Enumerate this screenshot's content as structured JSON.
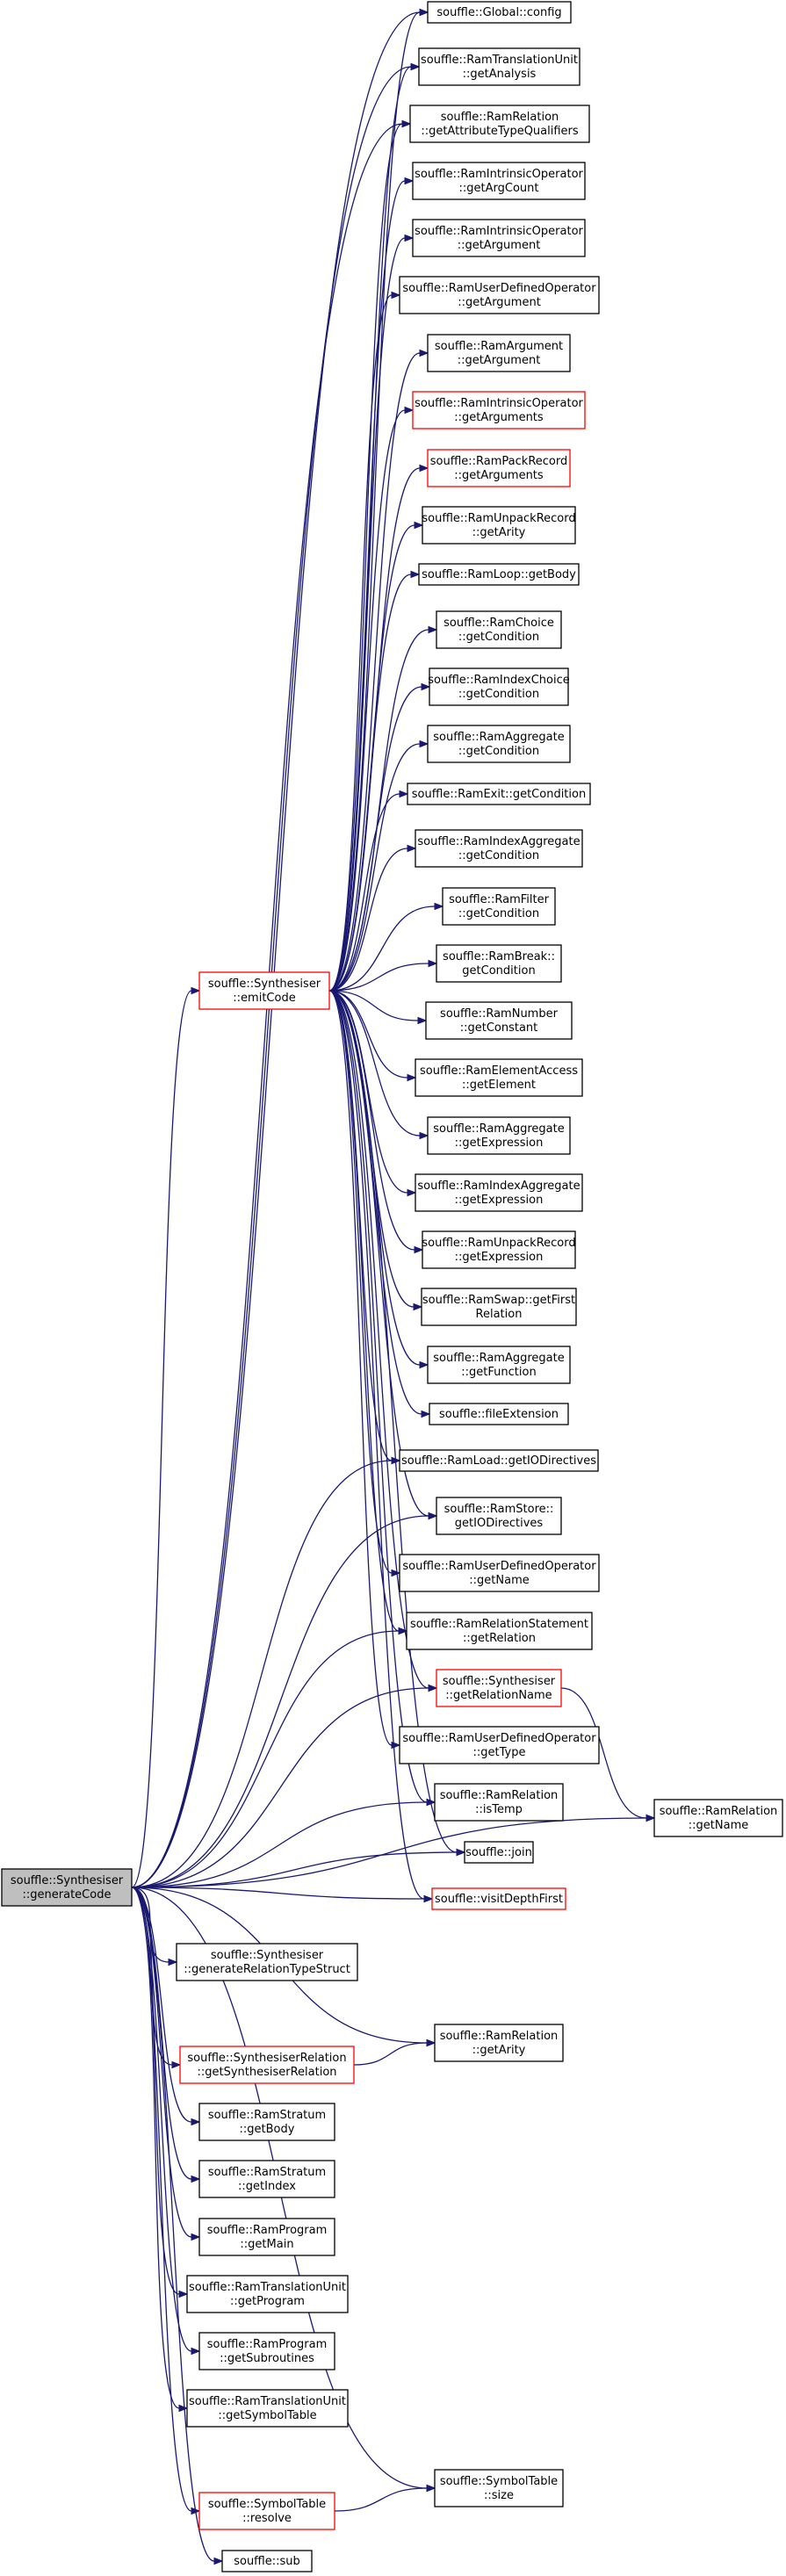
{
  "nodes": [
    {
      "id": "generateCode",
      "lines": [
        "souffle::Synthesiser",
        "::generateCode"
      ],
      "style": "root"
    },
    {
      "id": "emitCode",
      "lines": [
        "souffle::Synthesiser",
        "::emitCode"
      ],
      "style": "red"
    },
    {
      "id": "globalConfig",
      "lines": [
        "souffle::Global::config"
      ],
      "style": "normal"
    },
    {
      "id": "tuGetAnalysis",
      "lines": [
        "souffle::RamTranslationUnit",
        "::getAnalysis"
      ],
      "style": "normal"
    },
    {
      "id": "relGetAttrQual",
      "lines": [
        "souffle::RamRelation",
        "::getAttributeTypeQualifiers"
      ],
      "style": "normal"
    },
    {
      "id": "intrGetArgCount",
      "lines": [
        "souffle::RamIntrinsicOperator",
        "::getArgCount"
      ],
      "style": "normal"
    },
    {
      "id": "intrGetArgument",
      "lines": [
        "souffle::RamIntrinsicOperator",
        "::getArgument"
      ],
      "style": "normal"
    },
    {
      "id": "udoGetArgument",
      "lines": [
        "souffle::RamUserDefinedOperator",
        "::getArgument"
      ],
      "style": "normal"
    },
    {
      "id": "argGetArgument",
      "lines": [
        "souffle::RamArgument",
        "::getArgument"
      ],
      "style": "normal"
    },
    {
      "id": "intrGetArguments",
      "lines": [
        "souffle::RamIntrinsicOperator",
        "::getArguments"
      ],
      "style": "red"
    },
    {
      "id": "packGetArguments",
      "lines": [
        "souffle::RamPackRecord",
        "::getArguments"
      ],
      "style": "red"
    },
    {
      "id": "unpackGetArity",
      "lines": [
        "souffle::RamUnpackRecord",
        "::getArity"
      ],
      "style": "normal"
    },
    {
      "id": "loopGetBody",
      "lines": [
        "souffle::RamLoop::getBody"
      ],
      "style": "normal"
    },
    {
      "id": "choiceGetCond",
      "lines": [
        "souffle::RamChoice",
        "::getCondition"
      ],
      "style": "normal"
    },
    {
      "id": "idxChoiceGetCond",
      "lines": [
        "souffle::RamIndexChoice",
        "::getCondition"
      ],
      "style": "normal"
    },
    {
      "id": "aggGetCond",
      "lines": [
        "souffle::RamAggregate",
        "::getCondition"
      ],
      "style": "normal"
    },
    {
      "id": "exitGetCond",
      "lines": [
        "souffle::RamExit::getCondition"
      ],
      "style": "normal"
    },
    {
      "id": "idxAggGetCond",
      "lines": [
        "souffle::RamIndexAggregate",
        "::getCondition"
      ],
      "style": "normal"
    },
    {
      "id": "filterGetCond",
      "lines": [
        "souffle::RamFilter",
        "::getCondition"
      ],
      "style": "normal"
    },
    {
      "id": "breakGetCond",
      "lines": [
        "souffle::RamBreak::",
        "getCondition"
      ],
      "style": "normal"
    },
    {
      "id": "numberGetConst",
      "lines": [
        "souffle::RamNumber",
        "::getConstant"
      ],
      "style": "normal"
    },
    {
      "id": "elemGetElement",
      "lines": [
        "souffle::RamElementAccess",
        "::getElement"
      ],
      "style": "normal"
    },
    {
      "id": "aggGetExpr",
      "lines": [
        "souffle::RamAggregate",
        "::getExpression"
      ],
      "style": "normal"
    },
    {
      "id": "idxAggGetExpr",
      "lines": [
        "souffle::RamIndexAggregate",
        "::getExpression"
      ],
      "style": "normal"
    },
    {
      "id": "unpackGetExpr",
      "lines": [
        "souffle::RamUnpackRecord",
        "::getExpression"
      ],
      "style": "normal"
    },
    {
      "id": "swapGetFirst",
      "lines": [
        "souffle::RamSwap::getFirst",
        "Relation"
      ],
      "style": "normal"
    },
    {
      "id": "aggGetFunc",
      "lines": [
        "souffle::RamAggregate",
        "::getFunction"
      ],
      "style": "normal"
    },
    {
      "id": "fileExtension",
      "lines": [
        "souffle::fileExtension"
      ],
      "style": "normal"
    },
    {
      "id": "loadGetIO",
      "lines": [
        "souffle::RamLoad::getIODirectives"
      ],
      "style": "normal"
    },
    {
      "id": "storeGetIO",
      "lines": [
        "souffle::RamStore::",
        "getIODirectives"
      ],
      "style": "normal"
    },
    {
      "id": "udoGetName",
      "lines": [
        "souffle::RamUserDefinedOperator",
        "::getName"
      ],
      "style": "normal"
    },
    {
      "id": "relStmtGetRel",
      "lines": [
        "souffle::RamRelationStatement",
        "::getRelation"
      ],
      "style": "normal"
    },
    {
      "id": "synthGetRelName",
      "lines": [
        "souffle::Synthesiser",
        "::getRelationName"
      ],
      "style": "red"
    },
    {
      "id": "udoGetType",
      "lines": [
        "souffle::RamUserDefinedOperator",
        "::getType"
      ],
      "style": "normal"
    },
    {
      "id": "relIsTemp",
      "lines": [
        "souffle::RamRelation",
        "::isTemp"
      ],
      "style": "normal"
    },
    {
      "id": "join",
      "lines": [
        "souffle::join"
      ],
      "style": "normal"
    },
    {
      "id": "visitDepthFirst",
      "lines": [
        "souffle::visitDepthFirst"
      ],
      "style": "red"
    },
    {
      "id": "relGetName",
      "lines": [
        "souffle::RamRelation",
        "::getName"
      ],
      "style": "normal"
    },
    {
      "id": "genRelTypeStruct",
      "lines": [
        "souffle::Synthesiser",
        "::generateRelationTypeStruct"
      ],
      "style": "normal"
    },
    {
      "id": "relGetArity",
      "lines": [
        "souffle::RamRelation",
        "::getArity"
      ],
      "style": "normal"
    },
    {
      "id": "synthRelGet",
      "lines": [
        "souffle::SynthesiserRelation",
        "::getSynthesiserRelation"
      ],
      "style": "red"
    },
    {
      "id": "stratumGetBody",
      "lines": [
        "souffle::RamStratum",
        "::getBody"
      ],
      "style": "normal"
    },
    {
      "id": "stratumGetIndex",
      "lines": [
        "souffle::RamStratum",
        "::getIndex"
      ],
      "style": "normal"
    },
    {
      "id": "progGetMain",
      "lines": [
        "souffle::RamProgram",
        "::getMain"
      ],
      "style": "normal"
    },
    {
      "id": "tuGetProgram",
      "lines": [
        "souffle::RamTranslationUnit",
        "::getProgram"
      ],
      "style": "normal"
    },
    {
      "id": "progGetSubs",
      "lines": [
        "souffle::RamProgram",
        "::getSubroutines"
      ],
      "style": "normal"
    },
    {
      "id": "tuGetSymTab",
      "lines": [
        "souffle::RamTranslationUnit",
        "::getSymbolTable"
      ],
      "style": "normal"
    },
    {
      "id": "symTabSize",
      "lines": [
        "souffle::SymbolTable",
        "::size"
      ],
      "style": "normal"
    },
    {
      "id": "symTabResolve",
      "lines": [
        "souffle::SymbolTable",
        "::resolve"
      ],
      "style": "red"
    },
    {
      "id": "sub",
      "lines": [
        "souffle::sub"
      ],
      "style": "normal"
    }
  ],
  "edges": [
    [
      "generateCode",
      "emitCode"
    ],
    [
      "generateCode",
      "globalConfig"
    ],
    [
      "generateCode",
      "tuGetAnalysis"
    ],
    [
      "generateCode",
      "relGetAttrQual"
    ],
    [
      "generateCode",
      "loadGetIO"
    ],
    [
      "generateCode",
      "storeGetIO"
    ],
    [
      "generateCode",
      "relStmtGetRel"
    ],
    [
      "generateCode",
      "synthGetRelName"
    ],
    [
      "generateCode",
      "relIsTemp"
    ],
    [
      "generateCode",
      "join"
    ],
    [
      "generateCode",
      "visitDepthFirst"
    ],
    [
      "generateCode",
      "relGetName"
    ],
    [
      "generateCode",
      "genRelTypeStruct"
    ],
    [
      "generateCode",
      "relGetArity"
    ],
    [
      "generateCode",
      "synthRelGet"
    ],
    [
      "generateCode",
      "stratumGetBody"
    ],
    [
      "generateCode",
      "stratumGetIndex"
    ],
    [
      "generateCode",
      "progGetMain"
    ],
    [
      "generateCode",
      "tuGetProgram"
    ],
    [
      "generateCode",
      "progGetSubs"
    ],
    [
      "generateCode",
      "tuGetSymTab"
    ],
    [
      "generateCode",
      "symTabSize"
    ],
    [
      "generateCode",
      "symTabResolve"
    ],
    [
      "generateCode",
      "sub"
    ],
    [
      "emitCode",
      "globalConfig"
    ],
    [
      "emitCode",
      "tuGetAnalysis"
    ],
    [
      "emitCode",
      "relGetAttrQual"
    ],
    [
      "emitCode",
      "intrGetArgCount"
    ],
    [
      "emitCode",
      "intrGetArgument"
    ],
    [
      "emitCode",
      "udoGetArgument"
    ],
    [
      "emitCode",
      "argGetArgument"
    ],
    [
      "emitCode",
      "intrGetArguments"
    ],
    [
      "emitCode",
      "packGetArguments"
    ],
    [
      "emitCode",
      "unpackGetArity"
    ],
    [
      "emitCode",
      "loopGetBody"
    ],
    [
      "emitCode",
      "choiceGetCond"
    ],
    [
      "emitCode",
      "idxChoiceGetCond"
    ],
    [
      "emitCode",
      "aggGetCond"
    ],
    [
      "emitCode",
      "exitGetCond"
    ],
    [
      "emitCode",
      "idxAggGetCond"
    ],
    [
      "emitCode",
      "filterGetCond"
    ],
    [
      "emitCode",
      "breakGetCond"
    ],
    [
      "emitCode",
      "numberGetConst"
    ],
    [
      "emitCode",
      "elemGetElement"
    ],
    [
      "emitCode",
      "aggGetExpr"
    ],
    [
      "emitCode",
      "idxAggGetExpr"
    ],
    [
      "emitCode",
      "unpackGetExpr"
    ],
    [
      "emitCode",
      "swapGetFirst"
    ],
    [
      "emitCode",
      "aggGetFunc"
    ],
    [
      "emitCode",
      "fileExtension"
    ],
    [
      "emitCode",
      "loadGetIO"
    ],
    [
      "emitCode",
      "storeGetIO"
    ],
    [
      "emitCode",
      "udoGetName"
    ],
    [
      "emitCode",
      "relStmtGetRel"
    ],
    [
      "emitCode",
      "synthGetRelName"
    ],
    [
      "emitCode",
      "udoGetType"
    ],
    [
      "emitCode",
      "relIsTemp"
    ],
    [
      "emitCode",
      "join"
    ],
    [
      "emitCode",
      "visitDepthFirst"
    ],
    [
      "synthGetRelName",
      "relGetName"
    ],
    [
      "synthRelGet",
      "relGetArity"
    ],
    [
      "symTabResolve",
      "symTabSize"
    ]
  ]
}
